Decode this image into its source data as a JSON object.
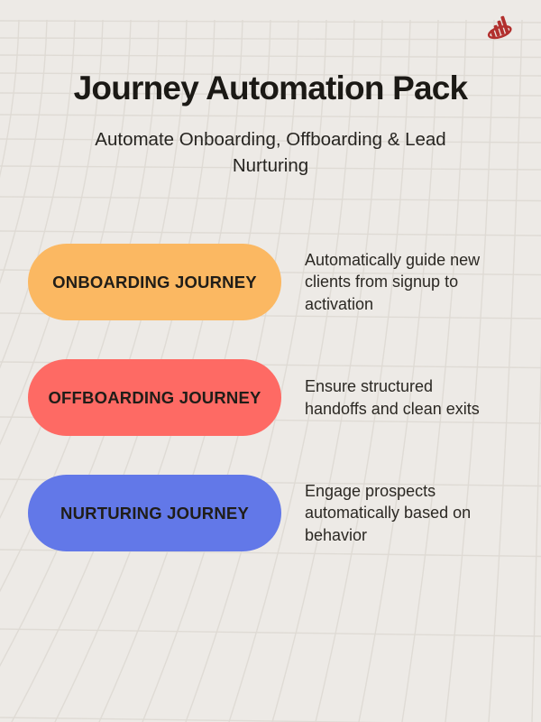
{
  "page": {
    "background_color": "#EDEAE6",
    "grid_line_color": "#DEDAD4"
  },
  "logo": {
    "name": "growth-bar-chart-logo",
    "color": "#B2302E"
  },
  "header": {
    "title": "Journey Automation Pack",
    "subtitle": "Automate Onboarding, Offboarding & Lead\nNurturing"
  },
  "journeys": [
    {
      "label": "ONBOARDING JOURNEY",
      "color": "#FBB862",
      "description": "Automatically guide new\nclients from signup to\nactivation"
    },
    {
      "label": "OFFBOARDING JOURNEY",
      "color": "#FE6A64",
      "description": "Ensure structured\nhandoffs and clean exits"
    },
    {
      "label": "NURTURING JOURNEY",
      "color": "#6278E8",
      "description": "Engage prospects\nautomatically based on\nbehavior"
    }
  ]
}
